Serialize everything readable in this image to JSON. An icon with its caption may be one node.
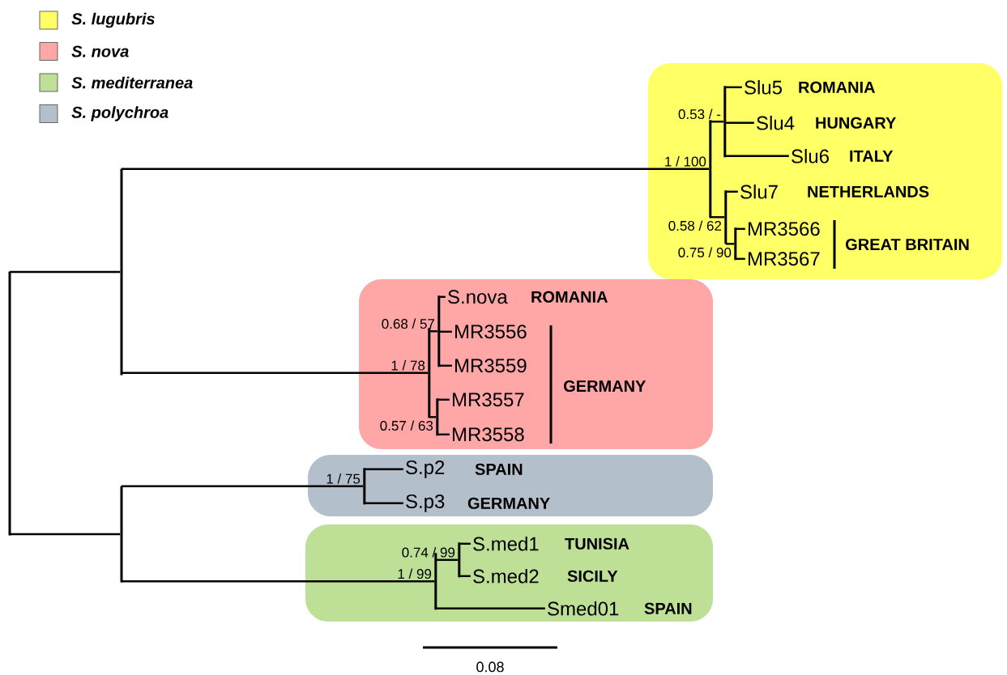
{
  "diagram": {
    "nodes": [
      {
        "text": [],
        "shape": "bar"
      },
      {
        "text": [],
        "shape": "bar"
      },
      {
        "text": [],
        "shape": "box"
      },
      {
        "text": [],
        "shape": "bar",
        "in": 2
      },
      {
        "text": [],
        "shape": "bar",
        "in": 2
      },
      {
        "text": [
          "Slu5"
        ],
        "beside": [
          "ROMANIA"
        ],
        "in": 2
      },
      {
        "text": [
          "Slu4"
        ],
        "beside": [
          "HUNGARY"
        ],
        "in": 2
      },
      {
        "text": [
          "Slu6"
        ],
        "beside": [
          "ITALY"
        ],
        "in": 2
      },
      {
        "text": [],
        "shape": "bar",
        "in": 2
      },
      {
        "text": [
          "Slu7"
        ],
        "beside": [
          "NETHERLANDS"
        ],
        "in": 2
      },
      {
        "text": [],
        "shape": "bar",
        "in": 2
      },
      {
        "text": [
          "MR3566"
        ],
        "in": 2
      },
      {
        "text": [
          "MR3567"
        ],
        "in": 2
      },
      {
        "text": [],
        "shape": "box"
      },
      {
        "text": [],
        "shape": "bar",
        "in": 13
      },
      {
        "text": [],
        "shape": "bar",
        "in": 13
      },
      {
        "text": [
          "S.nova"
        ],
        "beside": [
          "ROMANIA"
        ],
        "in": 13
      },
      {
        "text": [
          "MR3556"
        ],
        "in": 13
      },
      {
        "text": [
          "MR3559"
        ],
        "in": 13
      },
      {
        "text": [],
        "shape": "bar",
        "in": 13
      },
      {
        "text": [
          "MR3557"
        ],
        "in": 13
      },
      {
        "text": [
          "MR3558"
        ],
        "in": 13
      },
      {
        "text": [],
        "shape": "bar"
      },
      {
        "text": [],
        "shape": "box"
      },
      {
        "text": [],
        "shape": "bar",
        "in": 23
      },
      {
        "text": [
          "S.p2"
        ],
        "beside": [
          "SPAIN"
        ],
        "in": 23
      },
      {
        "text": [
          "S.p3"
        ],
        "beside": [
          "GERMANY"
        ],
        "in": 23
      },
      {
        "text": [],
        "shape": "box"
      },
      {
        "text": [],
        "shape": "bar",
        "in": 27
      },
      {
        "text": [],
        "shape": "bar",
        "in": 27
      },
      {
        "text": [
          "S.med1"
        ],
        "beside": [
          "TUNISIA"
        ],
        "in": 27
      },
      {
        "text": [
          "S.med2"
        ],
        "beside": [
          "SICILY"
        ],
        "in": 27
      },
      {
        "text": [
          "Smed01"
        ],
        "beside": [
          "SPAIN"
        ],
        "in": 27
      }
    ],
    "edges": [
      {
        "from": 0,
        "to": 1,
        "arrow": "none"
      },
      {
        "from": 1,
        "to": 3,
        "arrow": "none",
        "label": "1 / 100"
      },
      {
        "from": 3,
        "to": 4,
        "arrow": "none",
        "label": "0.53 / -"
      },
      {
        "from": 4,
        "to": 5,
        "arrow": "none"
      },
      {
        "from": 4,
        "to": 6,
        "arrow": "none"
      },
      {
        "from": 4,
        "to": 7,
        "arrow": "none"
      },
      {
        "from": 3,
        "to": 8,
        "arrow": "none",
        "label": "0.58 / 62"
      },
      {
        "from": 8,
        "to": 9,
        "arrow": "none"
      },
      {
        "from": 8,
        "to": 10,
        "arrow": "none",
        "label": "0.75 / 90"
      },
      {
        "from": 10,
        "to": 11,
        "arrow": "none"
      },
      {
        "from": 10,
        "to": 12,
        "arrow": "none"
      },
      {
        "from": 1,
        "to": 14,
        "arrow": "none",
        "label": "1 / 78"
      },
      {
        "from": 14,
        "to": 15,
        "arrow": "none",
        "label": "0.68 / 57"
      },
      {
        "from": 15,
        "to": 16,
        "arrow": "none"
      },
      {
        "from": 15,
        "to": 17,
        "arrow": "none"
      },
      {
        "from": 15,
        "to": 18,
        "arrow": "none"
      },
      {
        "from": 14,
        "to": 19,
        "arrow": "none",
        "label": "0.57 / 63"
      },
      {
        "from": 19,
        "to": 20,
        "arrow": "none"
      },
      {
        "from": 19,
        "to": 21,
        "arrow": "none"
      },
      {
        "from": 0,
        "to": 22,
        "arrow": "none"
      },
      {
        "from": 22,
        "to": 24,
        "arrow": "none",
        "label": "1 / 75"
      },
      {
        "from": 24,
        "to": 25,
        "arrow": "none"
      },
      {
        "from": 24,
        "to": 26,
        "arrow": "none"
      },
      {
        "from": 22,
        "to": 28,
        "arrow": "none",
        "label": "1 / 99"
      },
      {
        "from": 28,
        "to": 29,
        "arrow": "none",
        "label": "0.74 / 99"
      },
      {
        "from": 29,
        "to": 30,
        "arrow": "none"
      },
      {
        "from": 29,
        "to": 31,
        "arrow": "none"
      },
      {
        "from": 28,
        "to": 32,
        "arrow": "none"
      }
    ],
    "labels": [
      "GREAT BRITAIN",
      "GERMANY",
      "0.08"
    ],
    "legend": [
      {
        "text": "S. lugubris",
        "color": "#ffff66"
      },
      {
        "text": "S. nova",
        "color": "#ffa6a6"
      },
      {
        "text": "S. mediterranea",
        "color": "#bde096"
      },
      {
        "text": "S. polychroa",
        "color": "#b4bfcc"
      }
    ]
  }
}
